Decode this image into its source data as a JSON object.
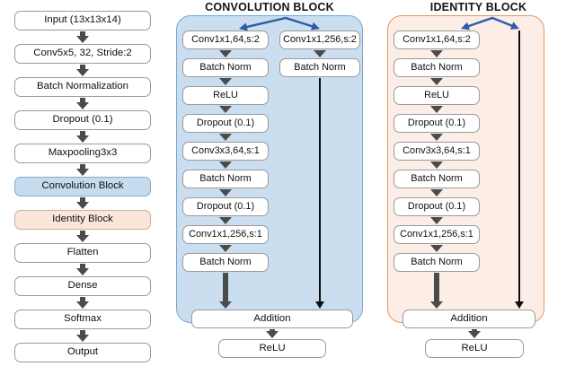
{
  "figure": {
    "background": "#ffffff",
    "accent_blue_panel": "#cadeef",
    "accent_blue_border": "#7ba7cc",
    "accent_peach_panel": "#fceee7",
    "accent_peach_border": "#e8965a",
    "arrow_color": "#4b4b4b",
    "split_arrow_color": "#2b5ca8",
    "skip_line_color": "#0d0d0d"
  },
  "main_flow": {
    "name": "main-network-pipeline",
    "nodes": [
      {
        "label": "Input (13x13x14)",
        "fill": "white"
      },
      {
        "label": "Conv5x5, 32, Stride:2",
        "fill": "white"
      },
      {
        "label": "Batch Normalization",
        "fill": "white"
      },
      {
        "label": "Dropout (0.1)",
        "fill": "white"
      },
      {
        "label": "Maxpooling3x3",
        "fill": "white"
      },
      {
        "label": "Convolution Block",
        "fill": "blue"
      },
      {
        "label": "Identity Block",
        "fill": "peach"
      },
      {
        "label": "Flatten",
        "fill": "white"
      },
      {
        "label": "Dense",
        "fill": "white"
      },
      {
        "label": "Softmax",
        "fill": "white"
      },
      {
        "label": "Output",
        "fill": "white"
      }
    ]
  },
  "convolution_block": {
    "title": "CONVOLUTION BLOCK",
    "main_branch": [
      {
        "label": "Conv1x1,64,s:2"
      },
      {
        "label": "Batch Norm"
      },
      {
        "label": "ReLU"
      },
      {
        "label": "Dropout (0.1)"
      },
      {
        "label": "Conv3x3,64,s:1"
      },
      {
        "label": "Batch Norm"
      },
      {
        "label": "Dropout (0.1)"
      },
      {
        "label": "Conv1x1,256,s:1"
      },
      {
        "label": "Batch Norm"
      }
    ],
    "shortcut_branch": [
      {
        "label": "Conv1x1,256,s:2"
      },
      {
        "label": "Batch Norm"
      }
    ],
    "merge": {
      "label": "Addition"
    },
    "output": {
      "label": "ReLU"
    }
  },
  "identity_block": {
    "title": "IDENTITY BLOCK",
    "main_branch": [
      {
        "label": "Conv1x1,64,s:2"
      },
      {
        "label": "Batch Norm"
      },
      {
        "label": "ReLU"
      },
      {
        "label": "Dropout (0.1)"
      },
      {
        "label": "Conv3x3,64,s:1"
      },
      {
        "label": "Batch Norm"
      },
      {
        "label": "Dropout (0.1)"
      },
      {
        "label": "Conv1x1,256,s:1"
      },
      {
        "label": "Batch Norm"
      }
    ],
    "shortcut_branch": [],
    "merge": {
      "label": "Addition"
    },
    "output": {
      "label": "ReLU"
    }
  },
  "caption": {
    "text": ""
  }
}
